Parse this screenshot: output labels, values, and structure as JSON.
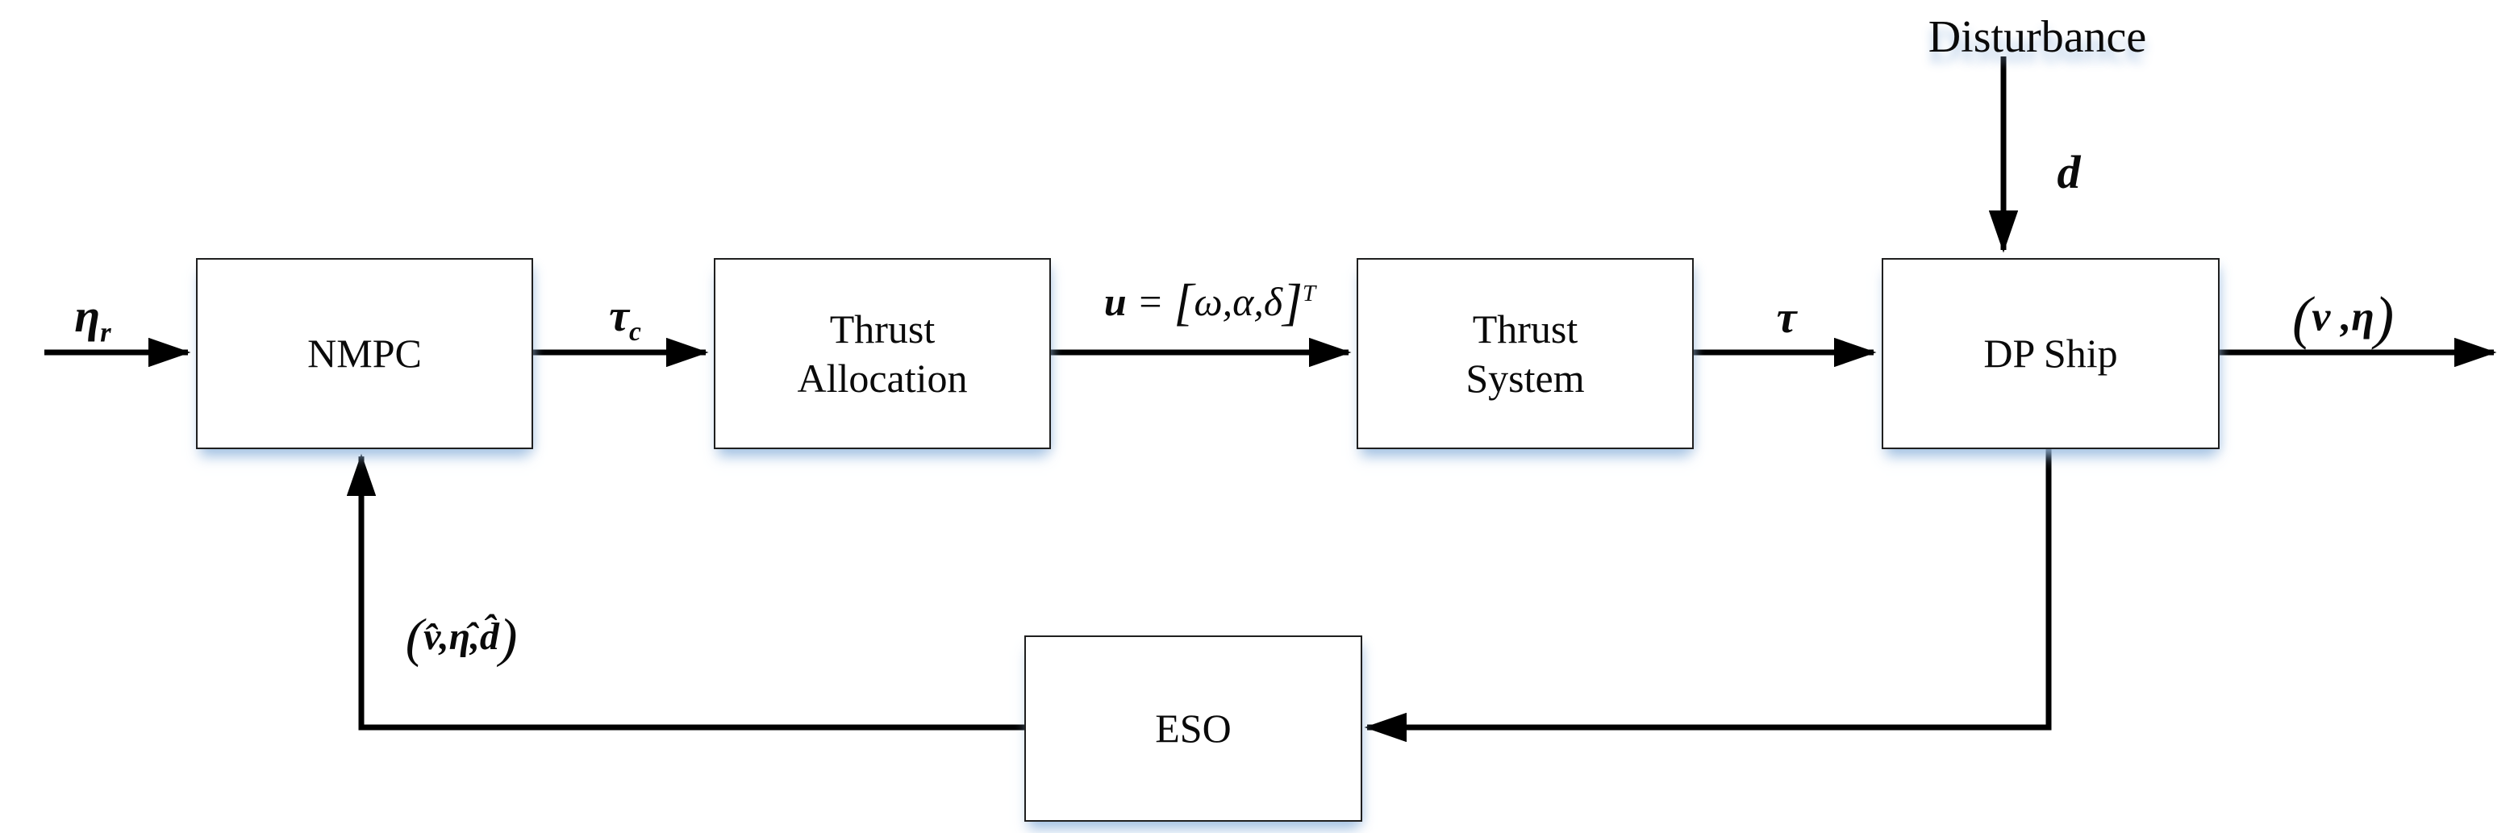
{
  "diagram": {
    "title": "NMPC DP-ship control loop block diagram",
    "colors": {
      "background": "#ffffff",
      "line": "#000000",
      "box_border": "#1f1f1f",
      "box_fill": "#ffffff",
      "glow": "#96b9de"
    }
  },
  "boxes": {
    "nmpc": {
      "label": "NMPC"
    },
    "thrust_allocation": {
      "line1": "Thrust",
      "line2": "Allocation"
    },
    "thrust_system": {
      "line1": "Thrust",
      "line2": "System"
    },
    "dp_ship": {
      "label": "DP Ship"
    },
    "eso": {
      "label": "ESO"
    }
  },
  "signals": {
    "reference": {
      "base": "η",
      "sub": "r"
    },
    "command": {
      "base": "τ",
      "sub": "c"
    },
    "control": {
      "lhs": "u",
      "eq": " = ",
      "open": "[",
      "vector": "ω,α,δ",
      "close": "]",
      "sup": "T"
    },
    "thrust": {
      "symbol": "τ"
    },
    "output": {
      "open": "(",
      "body": "v ,η",
      "close": ")"
    },
    "disturbance": {
      "title": "Disturbance",
      "symbol": "d"
    },
    "estimates": {
      "open": "(",
      "body": "v̂,η̂,d̂",
      "close": ")"
    }
  }
}
